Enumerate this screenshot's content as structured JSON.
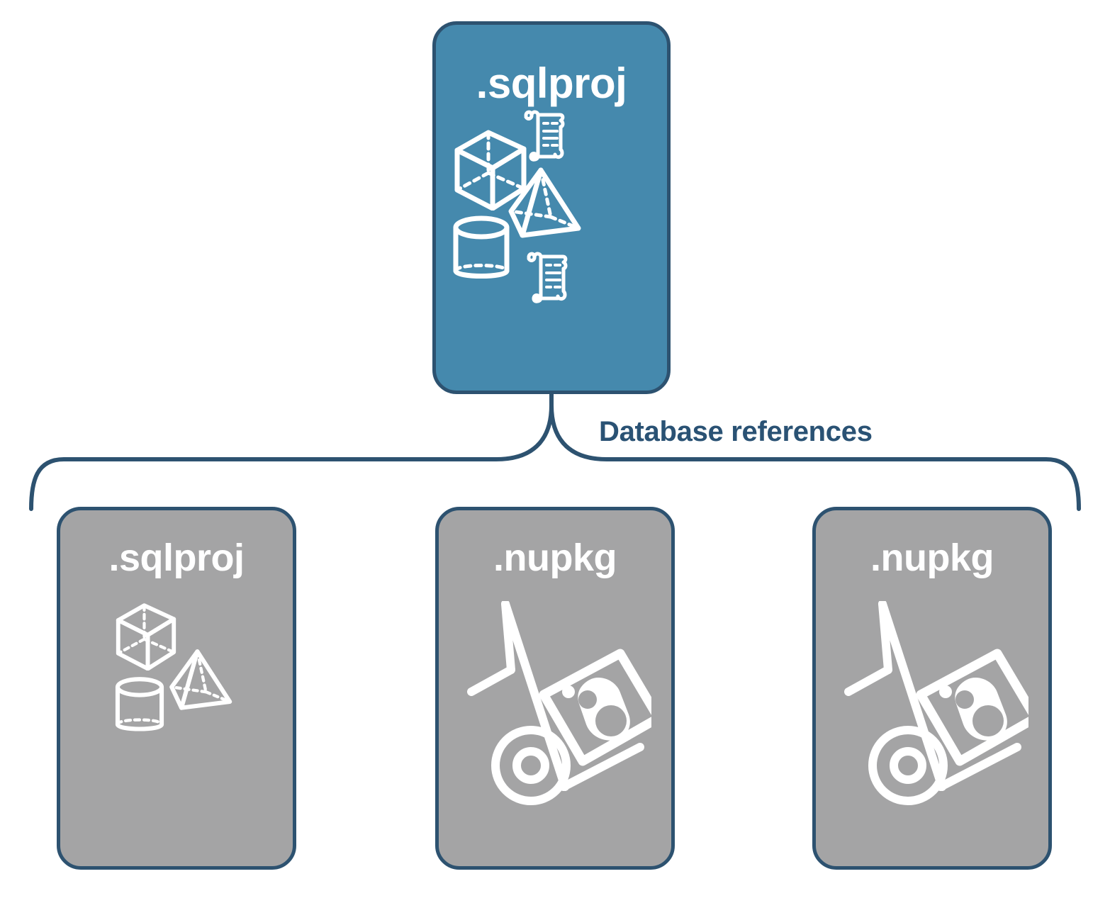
{
  "diagram": {
    "title_hidden": "",
    "background_color": "#ffffff",
    "edge_color": "#2D5270",
    "root": {
      "label": ".sqlproj",
      "fill": "#4589AD",
      "border": "#2D5270",
      "text_color": "#ffffff",
      "icons": [
        "cube-wireframe-icon",
        "script-scroll-icon",
        "pyramid-wireframe-icon",
        "cylinder-wireframe-icon",
        "script-scroll-icon"
      ]
    },
    "connector": {
      "label": "Database references",
      "label_color": "#2A5274",
      "style": "curly-brace"
    },
    "children": [
      {
        "label": ".sqlproj",
        "fill": "#A4A4A5",
        "border": "#2D5270",
        "text_color": "#ffffff",
        "icons": [
          "cube-wireframe-icon",
          "pyramid-wireframe-icon",
          "cylinder-wireframe-icon"
        ]
      },
      {
        "label": ".nupkg",
        "fill": "#A4A4A5",
        "border": "#2D5270",
        "text_color": "#ffffff",
        "icons": [
          "hand-truck-nuget-package-icon"
        ]
      },
      {
        "label": ".nupkg",
        "fill": "#A4A4A5",
        "border": "#2D5270",
        "text_color": "#ffffff",
        "icons": [
          "hand-truck-nuget-package-icon"
        ]
      }
    ]
  }
}
